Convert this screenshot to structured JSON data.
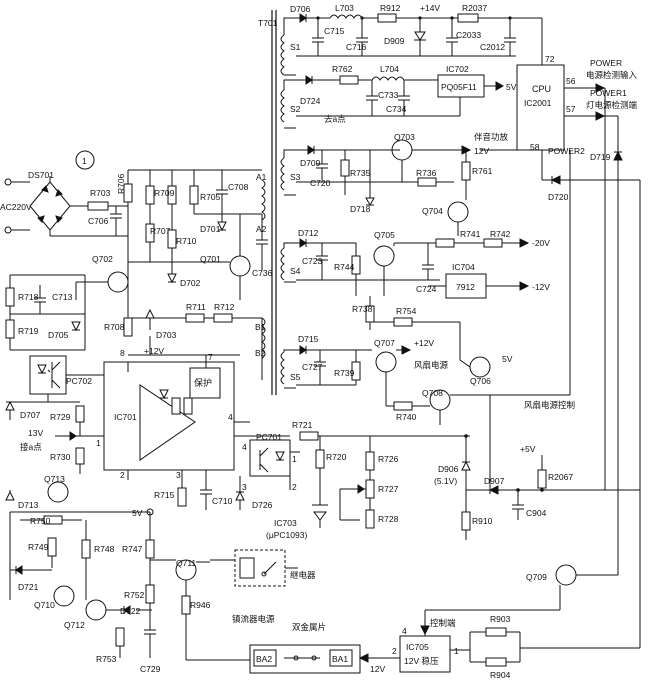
{
  "labels": {
    "T701": "T701",
    "D706": "D706",
    "L703": "L703",
    "R912": "R912",
    "p14v": "+14V",
    "R2037": "R2037",
    "C715": "C715",
    "C716": "C716",
    "D909": "D909",
    "C2033": "C2033",
    "C2012": "C2012",
    "S1": "S1",
    "S2": "S2",
    "S3": "S3",
    "S4": "S4",
    "S5": "S5",
    "n72": "72",
    "cpu": "CPU",
    "ic2001": "IC2001",
    "power": "POWER",
    "power_in": "电源检测输入",
    "power1": "POWER1",
    "light_chk": "灯电源检测端",
    "n56": "56",
    "n57": "57",
    "n58": "58",
    "power2": "POWER2",
    "R762": "R762",
    "L704": "L704",
    "IC702": "IC702",
    "PQ05F11": "PQ05F11",
    "p5v": "5V",
    "D724": "D724",
    "C733": "C733",
    "C734": "C734",
    "to_a": "去a点",
    "Q703": "Q703",
    "amp": "伴音功放",
    "p12v_a": "12V",
    "D709": "D709",
    "C720": "C720",
    "R735": "R735",
    "R761": "R761",
    "D719": "D719",
    "R736": "R736",
    "D718": "D718",
    "Q704": "Q704",
    "D720": "D720",
    "D712": "D712",
    "Q705": "Q705",
    "R741": "R741",
    "R742": "R742",
    "m20v": "-20V",
    "C723": "C723",
    "R744": "R744",
    "C724": "C724",
    "IC704": "IC704",
    "r7912": "7912",
    "m12v": "-12V",
    "R738": "R738",
    "R754": "R754",
    "D715": "D715",
    "Q707": "Q707",
    "p12v_b": "+12V",
    "fan_pwr": "风扇电源",
    "Q706": "Q706",
    "v5": "5V",
    "C727": "C727",
    "R739": "R739",
    "R740": "R740",
    "Q708": "Q708",
    "fan_ctrl": "风扇电源控制",
    "DS701": "DS701",
    "circle1": "1",
    "AC220V": "AC220V",
    "R703": "R703",
    "C706": "C706",
    "R706": "R706",
    "R709": "R709",
    "R705": "R705",
    "C708": "C708",
    "A1": "A1",
    "A2": "A2",
    "R707": "R707",
    "R710": "R710",
    "D701": "D701",
    "Q701": "Q701",
    "C736": "C736",
    "Q702": "Q702",
    "D702": "D702",
    "R718": "R718",
    "C713": "C713",
    "R719": "R719",
    "D705": "D705",
    "R711": "R711",
    "R712": "R712",
    "B1": "B1",
    "B2": "B2",
    "R708": "R708",
    "D703": "D703",
    "n8": "8",
    "p12v_c": "+12V",
    "n7": "7",
    "PC702": "PC702",
    "baohu": "保护",
    "IC701": "IC701",
    "D707": "D707",
    "R729": "R729",
    "v13": "13V",
    "to_a2": "接a点",
    "R730": "R730",
    "n1": "1",
    "n2": "2",
    "n3": "3",
    "n4": "4",
    "R721": "R721",
    "PC701": "PC701",
    "R715": "R715",
    "C710": "C710",
    "n4b": "4",
    "n1b": "1",
    "n3b": "3",
    "n2b": "2",
    "R720": "R720",
    "R726": "R726",
    "R727": "R727",
    "R728": "R728",
    "D726": "D726",
    "IC703": "IC703",
    "uPC1093": "(μPC1093)",
    "p5v_b": "+5V",
    "D906": "D906",
    "v51": "(5.1V)",
    "D907": "D907",
    "R2067": "R2067",
    "R910": "R910",
    "C904": "C904",
    "Q713": "Q713",
    "D713": "D713",
    "R750": "R750",
    "v5b": "5V",
    "R749": "R749",
    "R748": "R748",
    "R747": "R747",
    "Q711": "Q711",
    "D721": "D721",
    "R752": "R752",
    "relay": "继电器",
    "R946": "R946",
    "Q709": "Q709",
    "Q710": "Q710",
    "Q712": "Q712",
    "D722": "D722",
    "ballast_pwr": "镇流器电源",
    "R753": "R753",
    "C729": "C729",
    "bimetal": "双金属片",
    "ctrl_end": "控制端",
    "R903": "R903",
    "BA2": "BA2",
    "BA1": "BA1",
    "v12b": "12V",
    "n2c": "2",
    "n4c": "4",
    "IC705": "IC705",
    "reg12": "12V 稳压",
    "n1c": "1",
    "R904": "R904"
  }
}
